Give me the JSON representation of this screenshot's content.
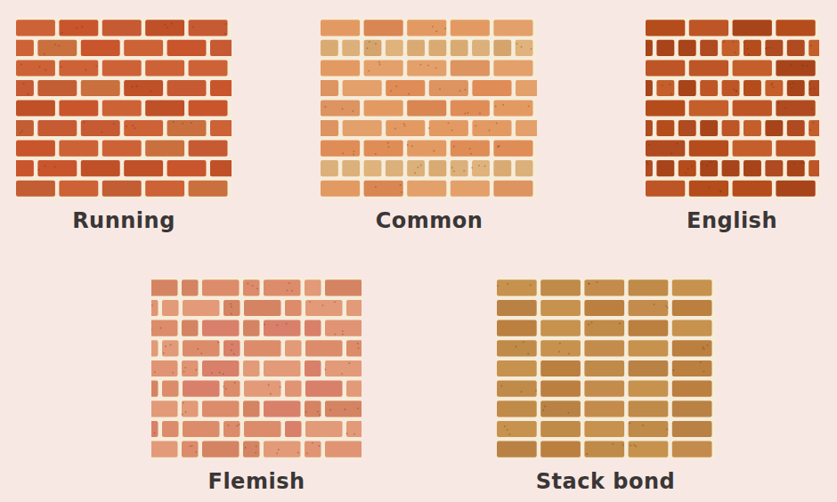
{
  "diagram": {
    "labels": [
      "Running",
      "Common",
      "English",
      "Flemish",
      "Stack bond"
    ]
  }
}
